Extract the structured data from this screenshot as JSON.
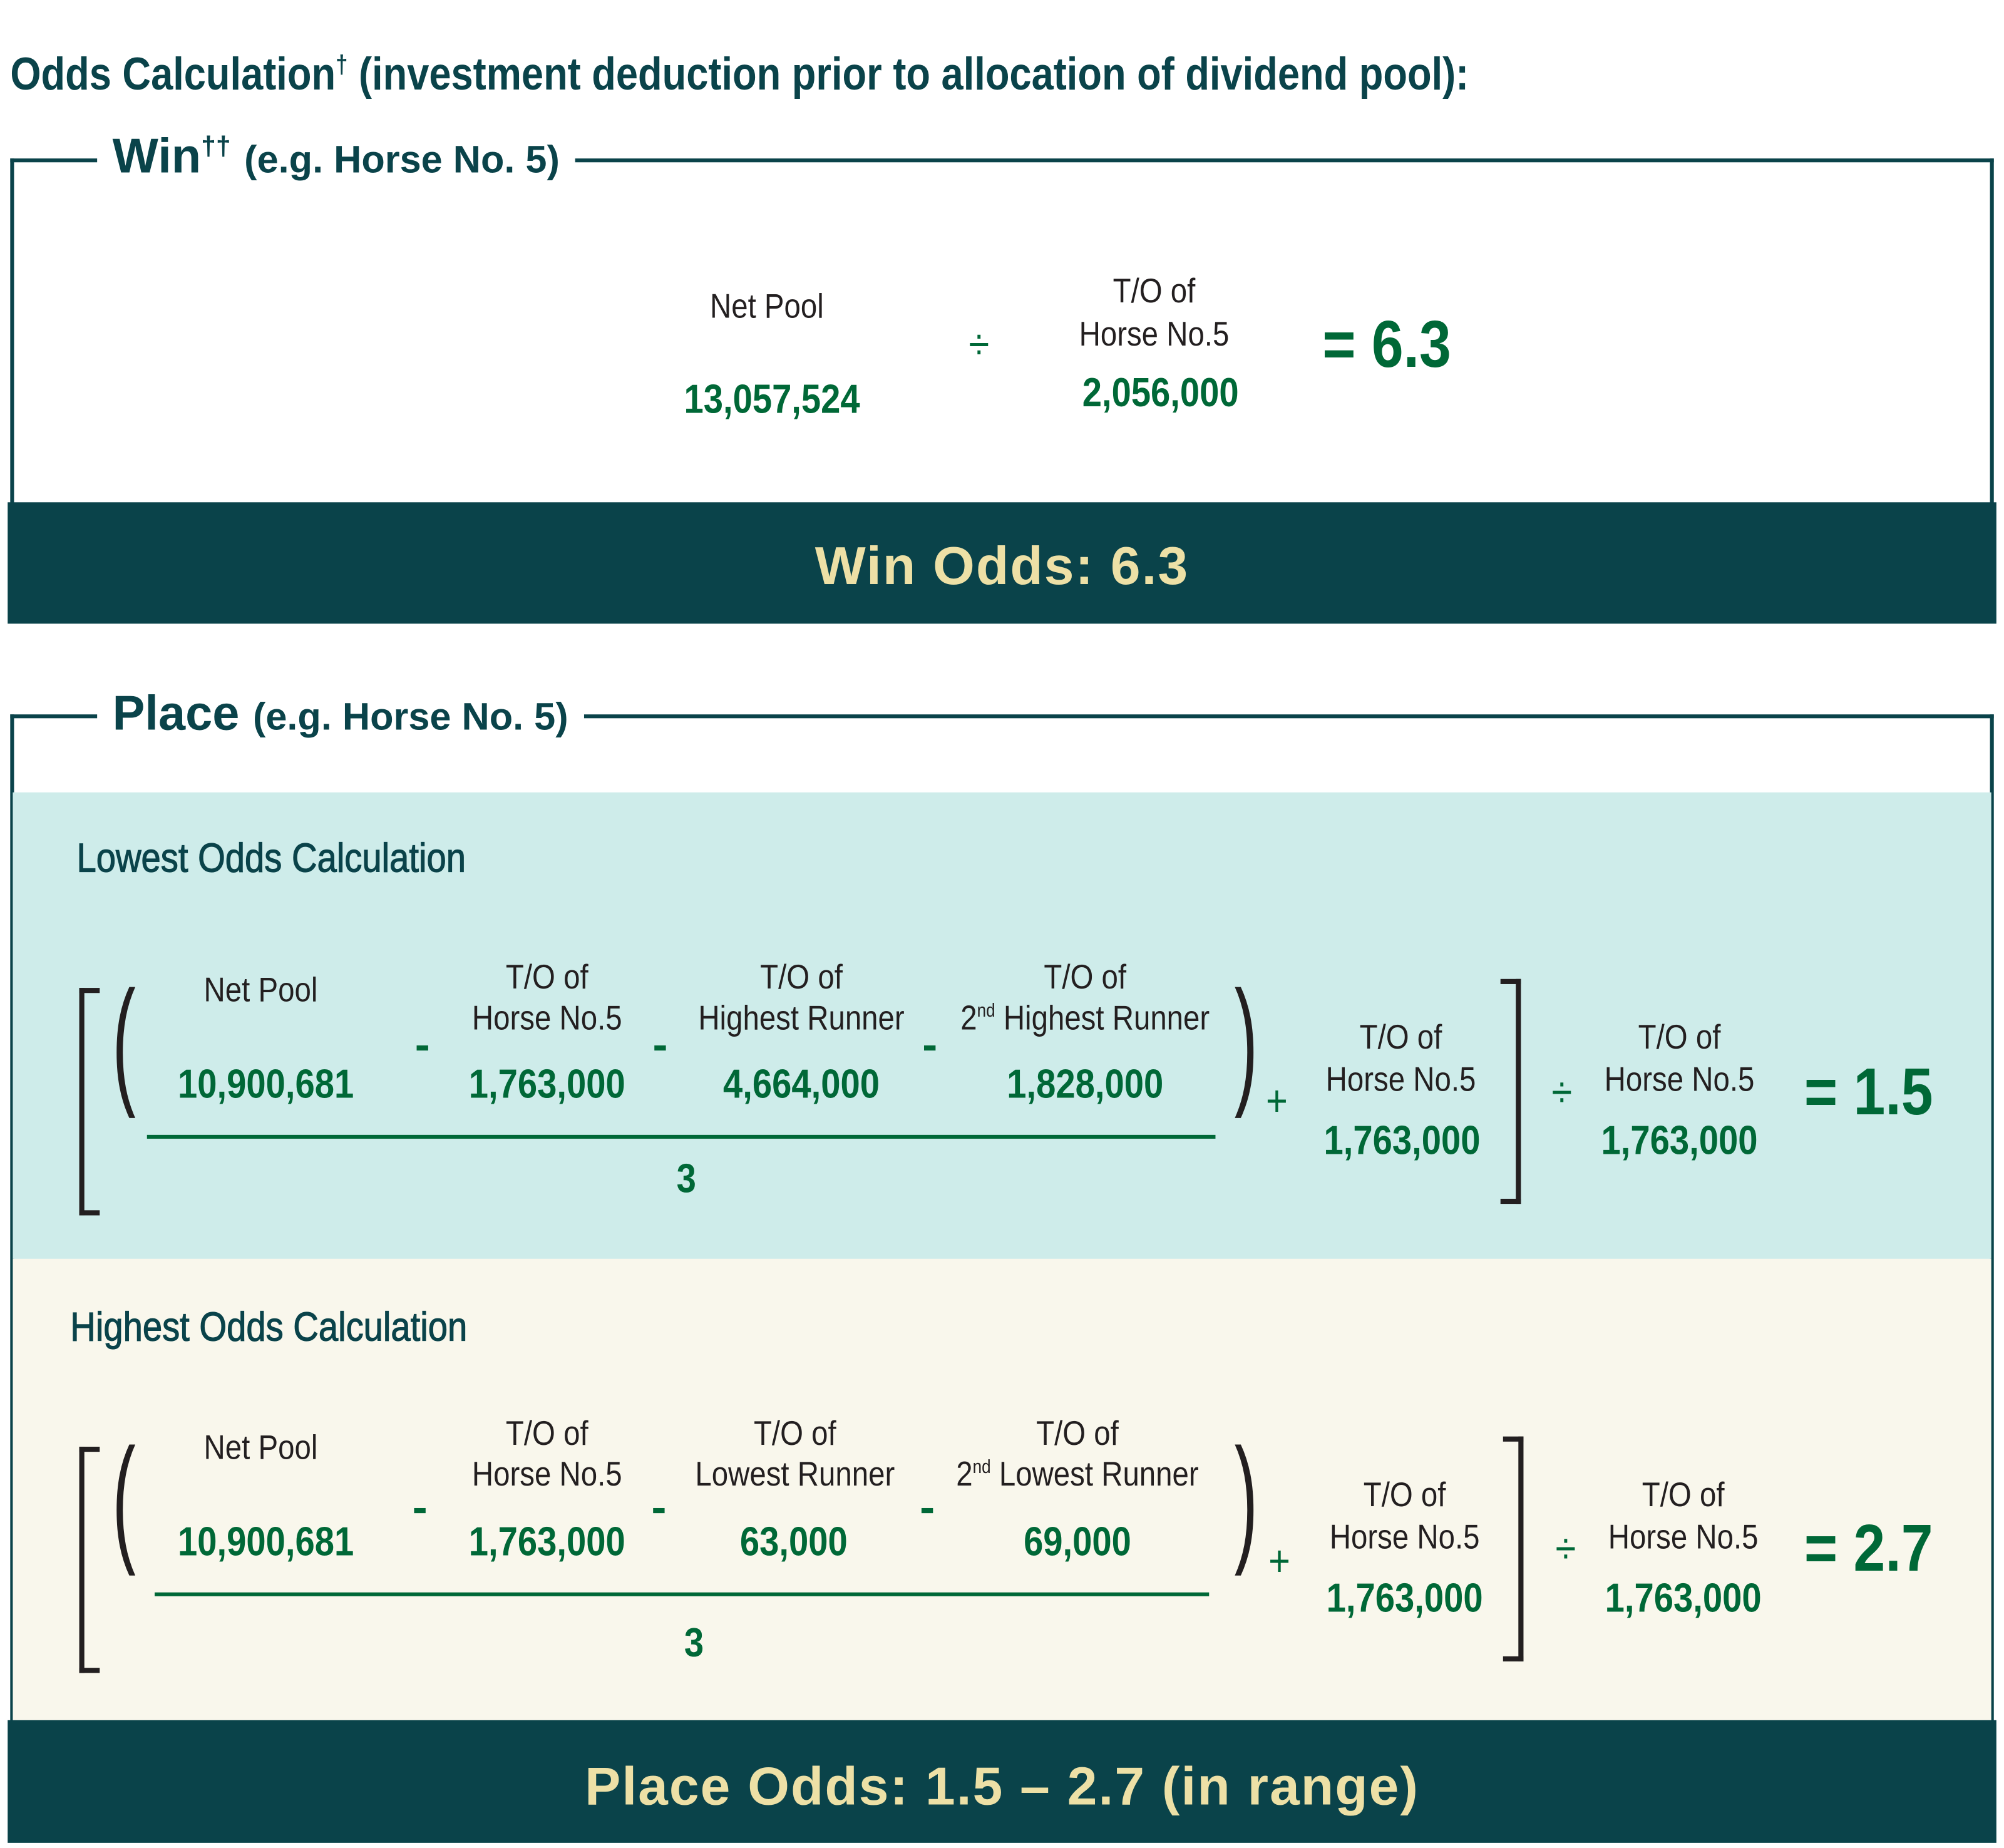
{
  "title": {
    "text": "Odds Calculation",
    "mark": "†",
    "rest": " (investment deduction prior to allocation of dividend pool):"
  },
  "win": {
    "legend": "Win",
    "legend_mark": "††",
    "legend_rest": "(e.g. Horse No. 5)",
    "net_pool_label": "Net Pool",
    "net_pool_value": "13,057,524",
    "divide": "÷",
    "to_label_1": "T/O of",
    "to_label_2": "Horse No.5",
    "to_value": "2,056,000",
    "result": "= 6.3",
    "summary": "Win Odds: 6.3"
  },
  "place": {
    "legend": "Place",
    "legend_rest": "(e.g. Horse No. 5)",
    "lowest": {
      "heading": "Lowest Odds Calculation",
      "net_pool_label": "Net Pool",
      "net_pool_value": "10,900,681",
      "minus": "-",
      "t1_label_1": "T/O of",
      "t1_label_2": "Horse No.5",
      "t1_value": "1,763,000",
      "t2_label_1": "T/O of",
      "t2_label_2": "Highest Runner",
      "t2_value": "4,664,000",
      "t3_label_1": "T/O of",
      "t3_ord": "2",
      "t3_sup": "nd",
      "t3_label_2": " Highest Runner",
      "t3_value": "1,828,000",
      "denominator": "3",
      "plus": "+",
      "t4_label_1": "T/O of",
      "t4_label_2": "Horse No.5",
      "t4_value": "1,763,000",
      "divide": "÷",
      "t5_label_1": "T/O of",
      "t5_label_2": "Horse No.5",
      "t5_value": "1,763,000",
      "result": "= 1.5"
    },
    "highest": {
      "heading": "Highest Odds Calculation",
      "net_pool_label": "Net Pool",
      "net_pool_value": "10,900,681",
      "minus": "-",
      "t1_label_1": "T/O of",
      "t1_label_2": "Horse No.5",
      "t1_value": "1,763,000",
      "t2_label_1": "T/O of",
      "t2_label_2": "Lowest Runner",
      "t2_value": "63,000",
      "t3_label_1": "T/O of",
      "t3_ord": "2",
      "t3_sup": "nd",
      "t3_label_2": " Lowest Runner",
      "t3_value": "69,000",
      "denominator": "3",
      "plus": "+",
      "t4_label_1": "T/O of",
      "t4_label_2": "Horse No.5",
      "t4_value": "1,763,000",
      "divide": "÷",
      "t5_label_1": "T/O of",
      "t5_label_2": "Horse No.5",
      "t5_value": "1,763,000",
      "result": "= 2.7"
    },
    "summary": "Place Odds: 1.5 – 2.7 (in range)"
  },
  "colors": {
    "dark_teal": "#0a434a",
    "green": "#006837",
    "cream_text": "#ede0a6",
    "teal_bg": "#ceecea",
    "cream_bg": "#f9f7ec"
  }
}
